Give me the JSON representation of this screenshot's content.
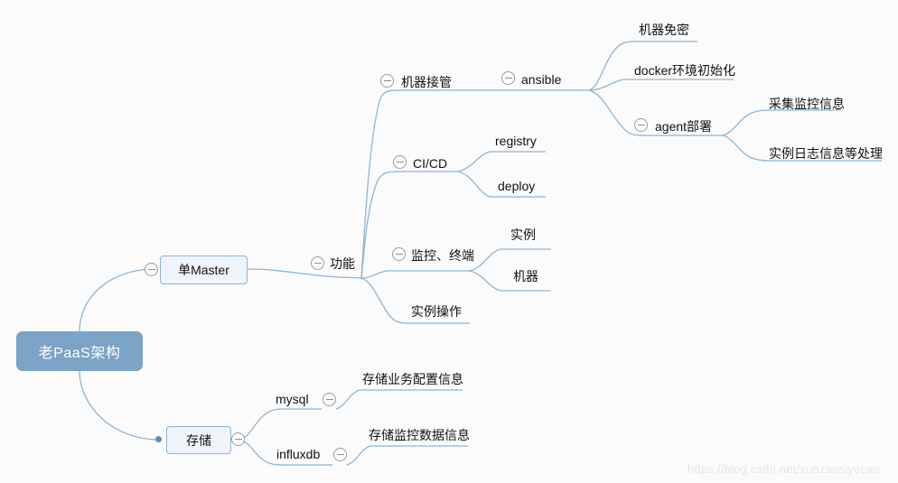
{
  "diagram": {
    "type": "mindmap",
    "background_color": "#fbfbfb",
    "root": {
      "label": "老PaaS架构",
      "fill_color": "#7ba4c6",
      "text_color": "#ffffff"
    },
    "branch_color": "#8fb4d4",
    "nodes": {
      "master": "单Master",
      "storage": "存储",
      "function": "功能",
      "machine_takeover": "机器接管",
      "ansible": "ansible",
      "machine_passwordless": "机器免密",
      "docker_init": "docker环境初始化",
      "agent_deploy": "agent部署",
      "collect_monitor_info": "采集监控信息",
      "instance_log_process": "实例日志信息等处理",
      "cicd": "CI/CD",
      "registry": "registry",
      "deploy": "deploy",
      "monitor_terminal": "监控、终端",
      "instance": "实例",
      "machine": "机器",
      "instance_operation": "实例操作",
      "mysql": "mysql",
      "influxdb": "influxdb",
      "store_business_config": "存储业务配置信息",
      "store_monitor_data": "存储监控数据信息"
    },
    "icons": {
      "collapse": "minus-circle-icon"
    },
    "watermark": "https://blog.csdn.net/xunzaosiyecao"
  }
}
